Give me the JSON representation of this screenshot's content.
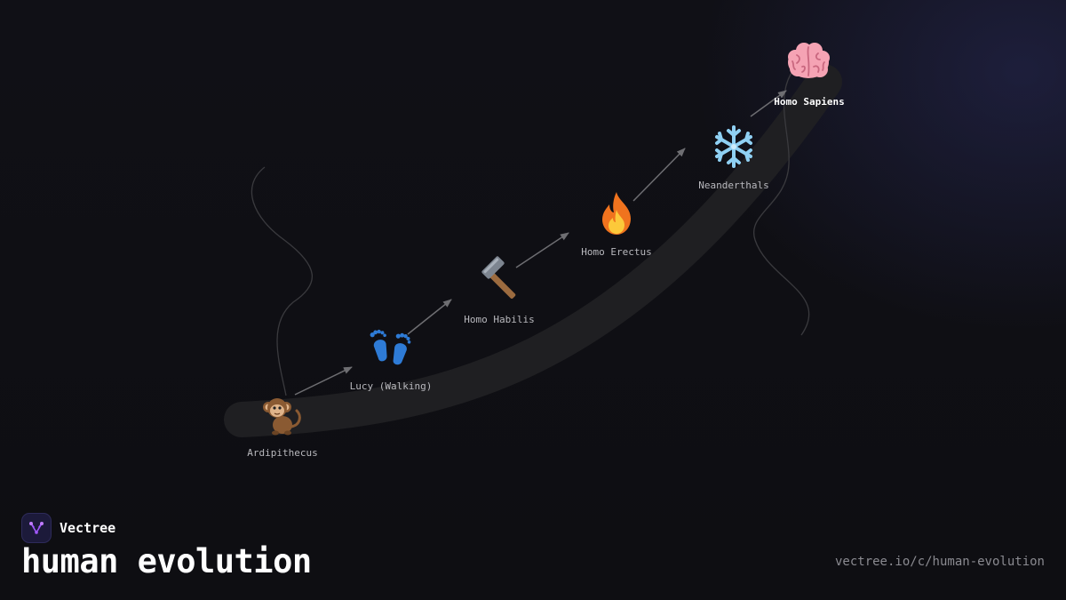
{
  "brand": {
    "name": "Vectree",
    "logo_icon": "vectree-logo-icon",
    "accent_color": "#a259ff"
  },
  "title": "human evolution",
  "url": "vectree.io/c/human-evolution",
  "nodes": [
    {
      "label": "Ardipithecus",
      "icon": "monkey-icon",
      "emoji": "🐒",
      "final": false
    },
    {
      "label": "Lucy (Walking)",
      "icon": "footprints-icon",
      "emoji": "👣",
      "final": false
    },
    {
      "label": "Homo Habilis",
      "icon": "hammer-icon",
      "emoji": "🔨",
      "final": false
    },
    {
      "label": "Homo Erectus",
      "icon": "fire-icon",
      "emoji": "🔥",
      "final": false
    },
    {
      "label": "Neanderthals",
      "icon": "snowflake-icon",
      "emoji": "❄️",
      "final": false
    },
    {
      "label": "Homo Sapiens",
      "icon": "brain-icon",
      "emoji": "🧠",
      "final": true
    }
  ],
  "colors": {
    "background": "#0f0f14",
    "path_band": "#1f1f22",
    "arrow": "#6e6e72",
    "label": "#b8b8bd",
    "final_label": "#ffffff"
  }
}
